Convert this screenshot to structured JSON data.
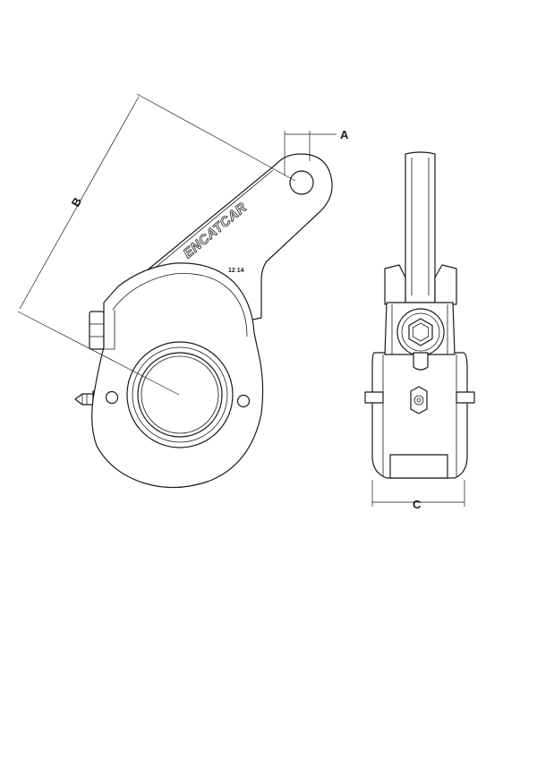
{
  "dimensions": {
    "a_label": "A",
    "b_label": "B",
    "c_label": "C"
  },
  "arm": {
    "brand_text": "ENCATCAR",
    "marking_text": "12 14"
  }
}
